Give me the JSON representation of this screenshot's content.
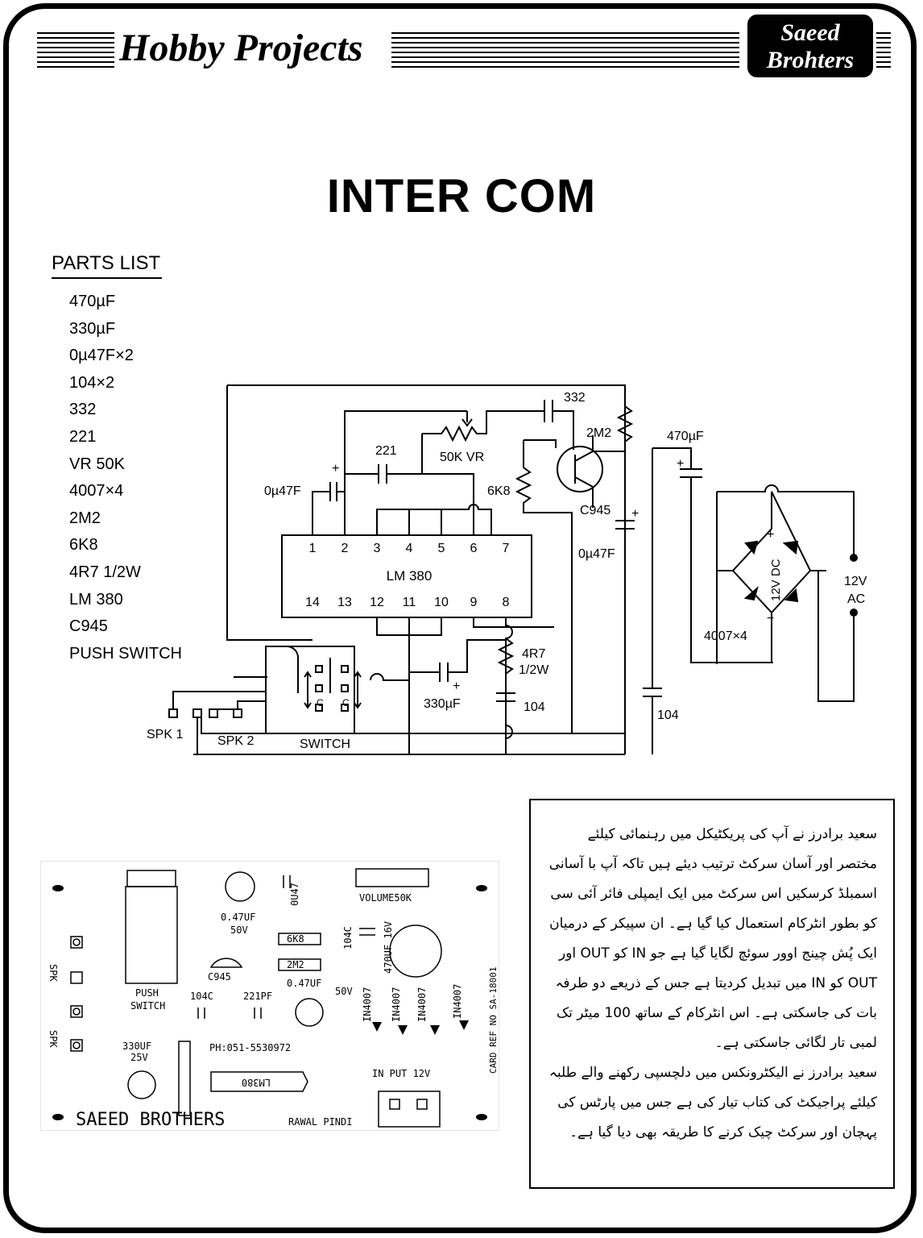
{
  "header": {
    "series_title": "Hobby Projects",
    "brand_line1": "Saeed",
    "brand_line2": "Brohters"
  },
  "title": "INTER COM",
  "parts_list": {
    "heading": "PARTS LIST",
    "items": [
      "470µF",
      "330µF",
      "0µ47F×2",
      "104×2",
      "332",
      "221",
      "VR 50K",
      "4007×4",
      "2M2",
      "6K8",
      "4R7 1/2W",
      "LM 380",
      "C945",
      "PUSH SWITCH"
    ]
  },
  "schematic": {
    "ic_label": "LM 380",
    "top_pins": [
      "1",
      "2",
      "3",
      "4",
      "5",
      "6",
      "7"
    ],
    "bottom_pins": [
      "14",
      "13",
      "12",
      "11",
      "10",
      "9",
      "8"
    ],
    "labels": {
      "cap_332": "332",
      "res_2m2": "2M2",
      "cap_470": "470µF",
      "cap_221": "221",
      "vr": "50K VR",
      "cap_047_left": "0µ47F",
      "res_6k8": "6K8",
      "transistor": "C945",
      "cap_047_right": "0µ47F",
      "bridge_dc": "12V DC",
      "ac_v": "12V",
      "ac": "AC",
      "diodes": "4007×4",
      "res_4r7": "4R7",
      "res_4r7_power": "1/2W",
      "cap_330": "330µF",
      "cap_104_left": "104",
      "cap_104_right": "104",
      "spk1": "SPK 1",
      "spk2": "SPK 2",
      "switch": "SWITCH",
      "plus": "+",
      "minus": "−",
      "c": "C"
    }
  },
  "pcb": {
    "labels": {
      "cap_047": "0.47UF",
      "cap_047_v": "50V",
      "cap_047_vert": "0U47",
      "volume": "VOLUME50K",
      "res_6k8": "6K8",
      "res_2m2": "2M2",
      "cap_047b": "0.47UF",
      "cap_047b_v": "50V",
      "c945": "C945",
      "push": "PUSH",
      "switch": "SWITCH",
      "c104_top": "104C",
      "c104": "104C",
      "c221": "221PF",
      "cap_470": "470UF 16V",
      "diode": "IN4007",
      "card_ref": "CARD REF NO SA-18001",
      "spk": "SPK",
      "cap_330": "330UF",
      "cap_330_v": "25V",
      "phone": "PH:051-5530972",
      "ic": "LM380",
      "input": "IN PUT 12V",
      "brand": "SAEED BROTHERS",
      "city": "RAWAL PINDI"
    }
  },
  "urdu_text": {
    "p1": "سعید برادرز نے آپ کی پریکٹیکل میں رہنمائی کیلئے مختصر اور آسان سرکٹ ترتیب دیئے ہیں تاکہ آپ با آسانی اسمبلڈ کرسکیں اس سرکٹ میں ایک ایمپلی فائر آئی سی کو بطور انٹرکام استعمال کیا گیا ہے۔ ان سپیکر کے درمیان ایک پُش چینج اوور سوئچ لگایا گیا ہے جو IN کو OUT اور OUT کو IN میں تبدیل کردیتا ہے جس کے ذریعے دو طرفہ بات کی جاسکتی ہے۔ اس انٹرکام کے ساتھ 100 میٹر تک لمبی تار لگائی جاسکتی ہے۔",
    "p2": "سعید برادرز نے الیکٹرونکس میں دلچسپی رکھنے والے طلبہ کیلئے پراجیکٹ کی کتاب تیار کی ہے جس میں پارٹس کی پہچان اور سرکٹ چیک کرنے کا طریقہ بھی دیا گیا ہے۔"
  }
}
